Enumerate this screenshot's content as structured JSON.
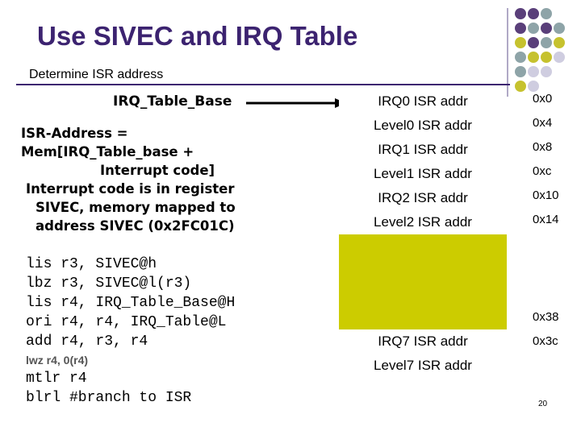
{
  "slide": {
    "title": "Use SIVEC and IRQ Table",
    "subtitle": "Determine ISR address",
    "irq_table_base_label": "IRQ_Table_Base",
    "description_lines": [
      "ISR-Address =",
      "Mem[IRQ_Table_base +",
      "Interrupt code]",
      "Interrupt code is in register",
      "SIVEC, memory mapped to",
      "address SIVEC (0x2FC01C)"
    ],
    "code_lines": [
      "lis r3, SIVEC@h",
      "lbz r3, SIVEC@l(r3)",
      "lis r4, IRQ_Table_Base@H",
      "ori r4, r4, IRQ_Table@L",
      "add r4, r3, r4",
      "lwz r4, 0(r4)",
      "mtlr r4",
      "blrl #branch to ISR"
    ],
    "table_rows": [
      {
        "label": "IRQ0 ISR addr",
        "addr": "0x0"
      },
      {
        "label": "Level0 ISR addr",
        "addr": "0x4"
      },
      {
        "label": "IRQ1 ISR addr",
        "addr": "0x8"
      },
      {
        "label": "Level1 ISR addr",
        "addr": "0xc"
      },
      {
        "label": "IRQ2 ISR addr",
        "addr": "0x10"
      },
      {
        "label": "Level2 ISR addr",
        "addr": "0x14"
      },
      {
        "label": "IRQ7 ISR addr",
        "addr": "0x38"
      },
      {
        "label": "Level7 ISR addr",
        "addr": "0x3c"
      }
    ],
    "page_number": "20",
    "colors": {
      "purple": "#5a3f7a",
      "teal": "#8ea4a8",
      "olive": "#c6c22e",
      "lavender": "#cfcde0",
      "gap_fill": "#cccc00"
    }
  }
}
